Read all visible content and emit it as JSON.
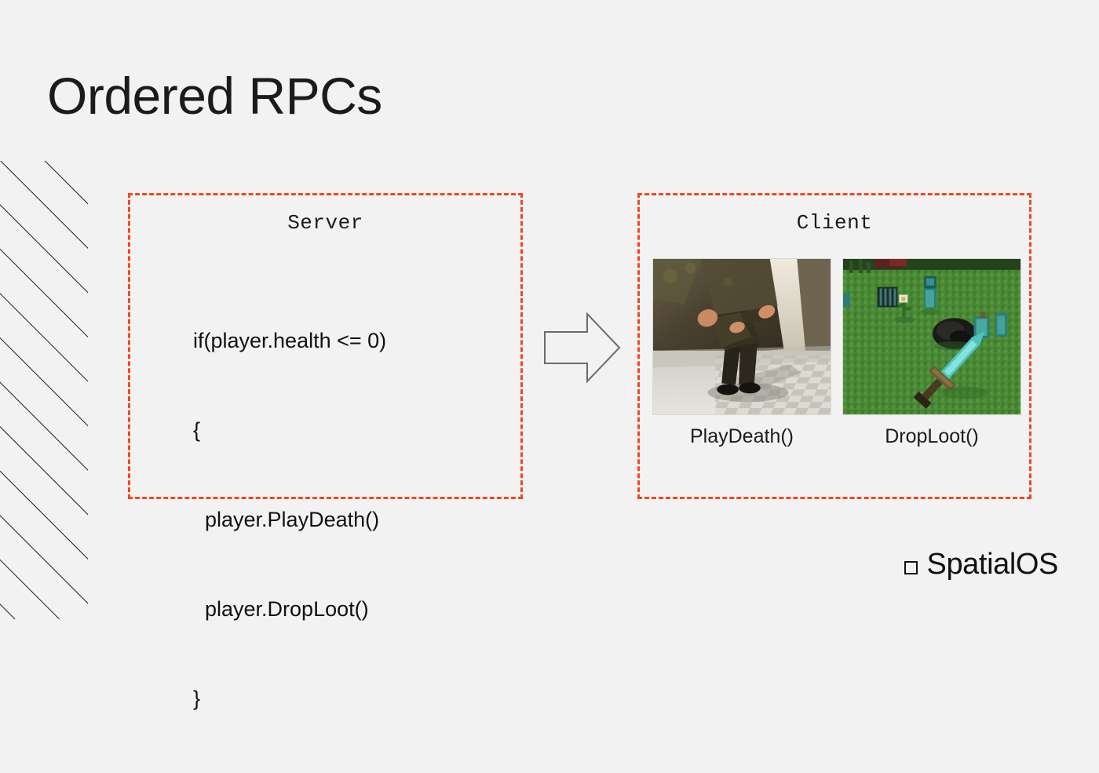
{
  "slide": {
    "title": "Ordered RPCs",
    "background_color": "#f2f2f2",
    "accent_color": "#f4461e"
  },
  "decoration": {
    "hatch_name": "diagonal-hatch-band",
    "hatch_line_color": "#1a1a1a"
  },
  "server_panel": {
    "heading": "Server",
    "code_lines": [
      "if(player.health <= 0)",
      "{",
      "  player.PlayDeath()",
      "  player.DropLoot()",
      "}"
    ]
  },
  "arrow": {
    "name": "flow-arrow-right",
    "direction": "right",
    "fill": "#f2f2f2",
    "stroke": "#6b6b6b"
  },
  "client_panel": {
    "heading": "Client",
    "thumbnails": [
      {
        "caption": "PlayDeath()",
        "alt": "character collapsing against rocky cliff on checkered stone floor"
      },
      {
        "caption": "DropLoot()",
        "alt": "dropped items including diamond sword and coal on grass field"
      }
    ]
  },
  "brand": {
    "mark": "square-outline-icon",
    "text": "SpatialOS"
  }
}
